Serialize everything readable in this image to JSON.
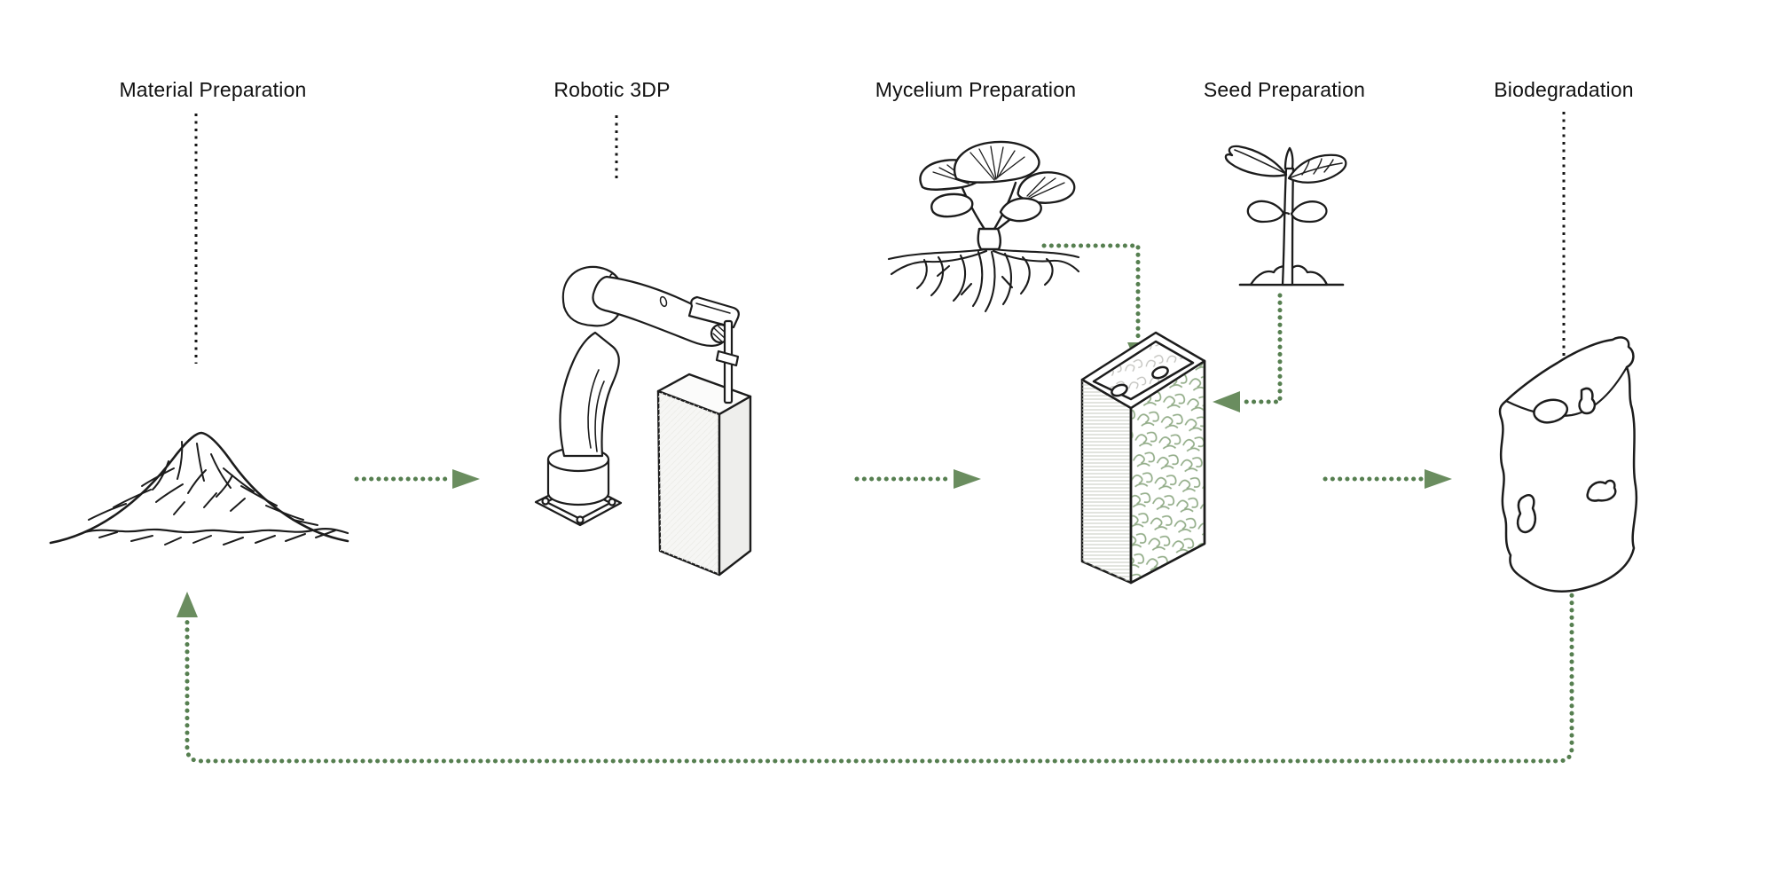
{
  "diagram": {
    "type": "process-flow",
    "background": "#ffffff",
    "colors": {
      "linework": "#1c1c1c",
      "arrow_green": "#6a8d5f",
      "dot_green": "#567f50",
      "mycelium_texture_green": "#93ad89",
      "block_fill": "#f6f6f4"
    }
  },
  "stages": [
    {
      "id": "material-preparation",
      "label": "Material Preparation",
      "illustration": "pile-of-substrate"
    },
    {
      "id": "robotic-3dp",
      "label": "Robotic 3DP",
      "illustration": "robot-arm-printing-block"
    },
    {
      "id": "mycelium-preparation",
      "label": "Mycelium Preparation",
      "illustration": "oyster-mushroom-with-mycelium-roots-and-inoculated-block"
    },
    {
      "id": "seed-preparation",
      "label": "Seed Preparation",
      "illustration": "seedling-sprout"
    },
    {
      "id": "biodegradation",
      "label": "Biodegradation",
      "illustration": "degraded-porous-block"
    }
  ],
  "flow": {
    "arrows": [
      {
        "from": "material-preparation",
        "to": "robotic-3dp",
        "style": "green-dotted-right"
      },
      {
        "from": "robotic-3dp",
        "to": "mycelium-preparation",
        "style": "green-dotted-right"
      },
      {
        "from": "mushroom",
        "to": "mycelium-block-top",
        "style": "green-dotted-elbow-down"
      },
      {
        "from": "seedling",
        "to": "mycelium-block-side",
        "style": "green-dotted-elbow-left"
      },
      {
        "from": "mycelium-preparation",
        "to": "biodegradation",
        "style": "green-dotted-right"
      },
      {
        "from": "biodegradation",
        "to": "material-preparation",
        "style": "green-dotted-return-loop"
      }
    ]
  }
}
